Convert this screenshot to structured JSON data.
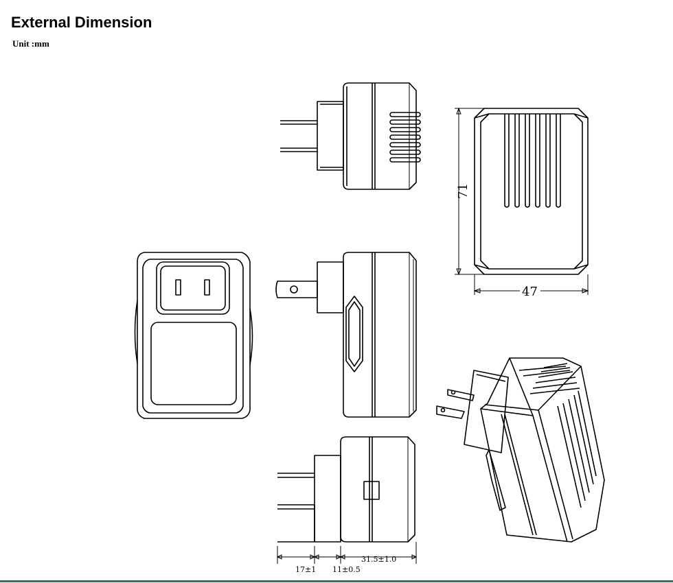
{
  "header": {
    "title": "External Dimension",
    "unit": "Unit :mm"
  },
  "dimensions": {
    "height": "71",
    "width": "47",
    "depth": "31.5±1.0",
    "prong_length": "17±1",
    "base_thickness": "11±0.5"
  },
  "colors": {
    "line": "#000000",
    "background": "#ffffff",
    "footer_rule": "#3f6e57"
  }
}
